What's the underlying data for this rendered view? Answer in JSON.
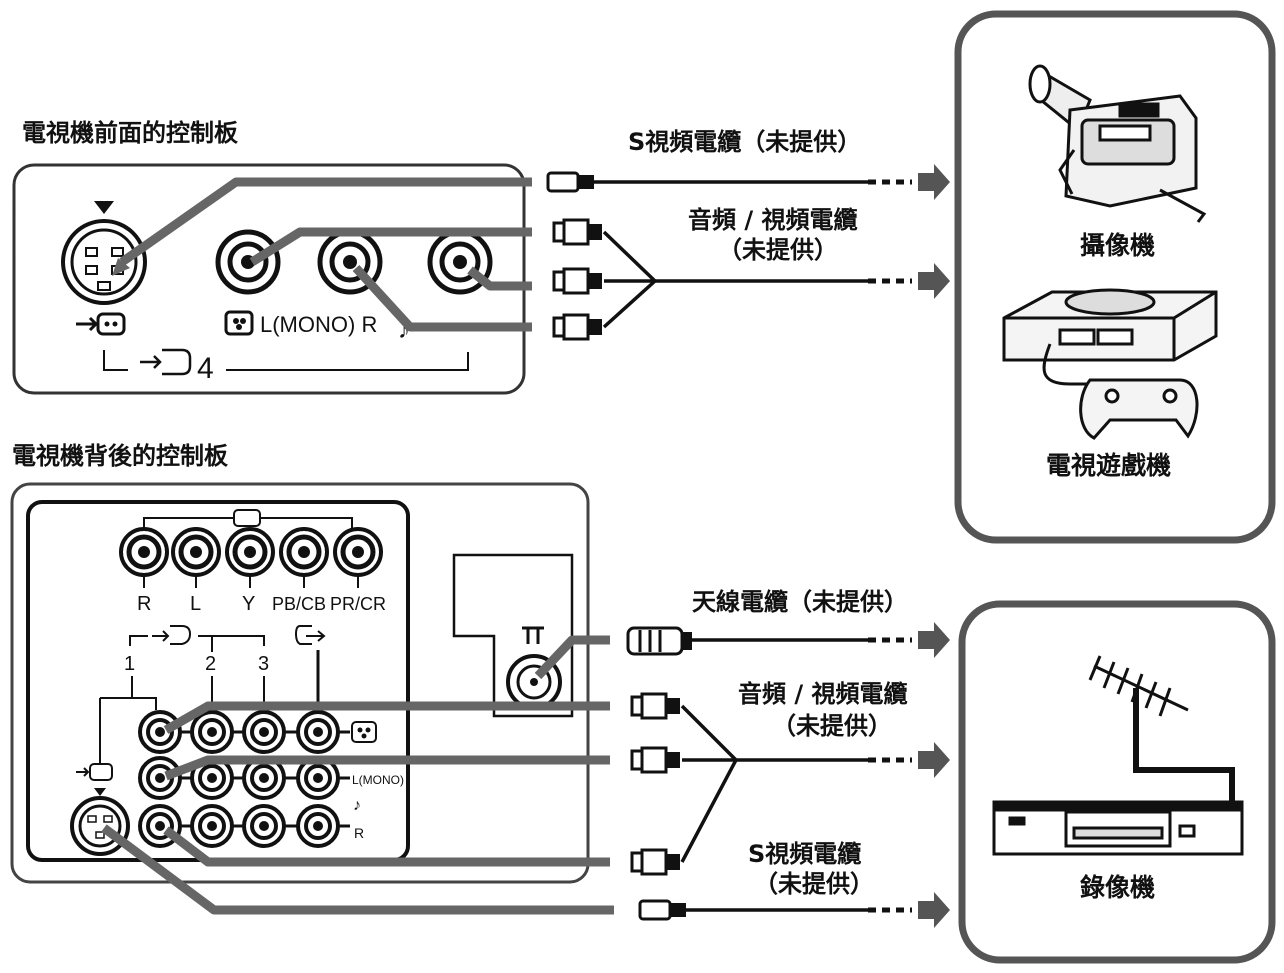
{
  "front_panel": {
    "title": "電視機前面的控制板",
    "audio_label": "L(MONO) R",
    "input_number": "4"
  },
  "rear_panel": {
    "title": "電視機背後的控制板",
    "component_labels": [
      "R",
      "L",
      "Y",
      "PB/CB",
      "PR/CR"
    ],
    "input_numbers": [
      "1",
      "2",
      "3"
    ],
    "side_label_left": "L(MONO)",
    "side_label_right": "R"
  },
  "cables": {
    "s_video_front": "S視頻電纜（未提供）",
    "av_front_line1": "音頻 / 視頻電纜",
    "av_front_line2": "（未提供）",
    "antenna": "天線電纜（未提供）",
    "av_rear_line1": "音頻 / 視頻電纜",
    "av_rear_line2": "（未提供）",
    "s_video_rear_line1": "S視頻電纜",
    "s_video_rear_line2": "（未提供）"
  },
  "devices": {
    "camcorder": "攝像機",
    "game_console": "電視遊戲機",
    "vcr": "錄像機"
  }
}
